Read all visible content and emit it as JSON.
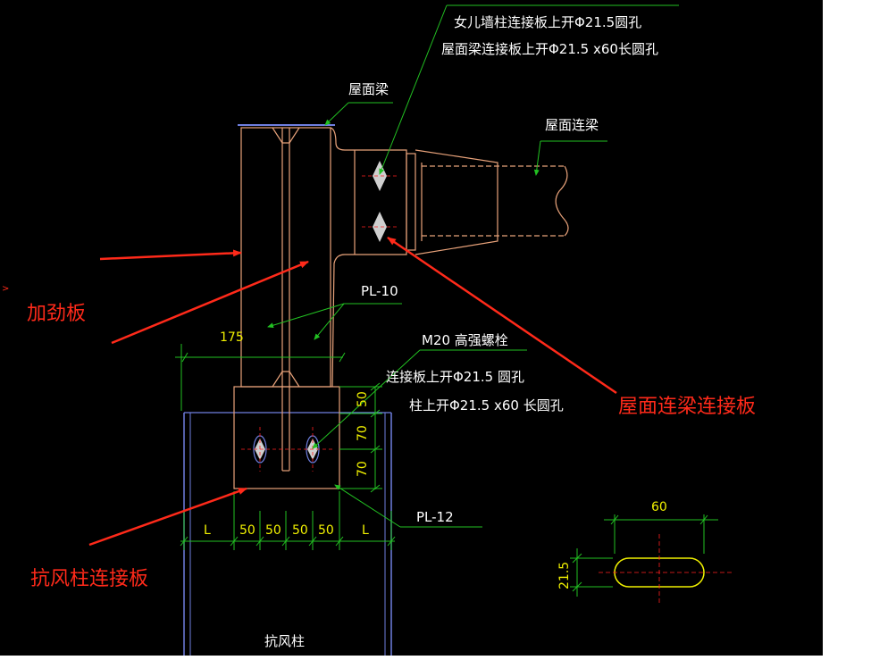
{
  "drawing": {
    "note_hole_1": "女儿墙柱连接板上开Φ21.5圆孔",
    "note_hole_2": "屋面梁连接板上开Φ21.5 x60长圆孔",
    "label_roof_beam": "屋面梁",
    "label_roof_tie_beam": "屋面连梁",
    "label_pl10": "PL-10",
    "dim_175": "175",
    "label_bolt": "M20   高强螺栓",
    "note_plate_hole": "连接板上开Φ21.5 圆孔",
    "note_column_hole": "柱上开Φ21.5 x60 长圆孔",
    "dim_50_top": "50",
    "dim_70_a": "70",
    "dim_70_b": "70",
    "label_pl12": "PL-12",
    "dim_L_left": "L",
    "dim_50_1": "50",
    "dim_50_2": "50",
    "dim_50_3": "50",
    "dim_50_4": "50",
    "dim_L_right": "L",
    "label_wind_column": "抗风柱",
    "slot_width": "60",
    "slot_height": "21.5"
  },
  "annotations": {
    "stiffener": "加劲板",
    "roof_tie_plate": "屋面连梁连接板",
    "wind_column_plate": "抗风柱连接板"
  },
  "colors": {
    "background": "#000000",
    "steel": "#e8a27a",
    "dimension": "#22c022",
    "text": "#ffffff",
    "annotation": "#ff2a1a",
    "centerline": "#ff2020",
    "bolt": "#cfcfcf",
    "slot": "#f0f000",
    "column_edge": "#6f7fe0"
  }
}
